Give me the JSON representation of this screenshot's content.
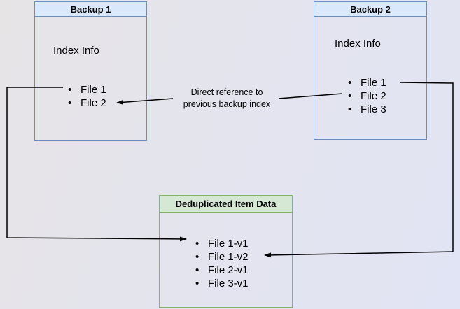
{
  "backup1": {
    "title": "Backup 1",
    "body_label": "Index Info",
    "files": [
      "File 1",
      "File 2"
    ]
  },
  "backup2": {
    "title": "Backup 2",
    "body_label": "Index Info",
    "files": [
      "File 1",
      "File 2",
      "File 3"
    ]
  },
  "dedup": {
    "title": "Deduplicated Item Data",
    "files": [
      "File 1-v1",
      "File 1-v2",
      "File 2-v1",
      "File 3-v1"
    ]
  },
  "annotation": {
    "line1": "Direct reference to",
    "line2": "previous backup index"
  },
  "bullet_glyph": "•",
  "colors": {
    "blue_box_fill": "#dae8fc",
    "blue_box_border": "#6c8ebf",
    "green_box_fill": "#d5e8d4",
    "green_box_border": "#82b366",
    "connector": "#000000",
    "background_start": "#e7e4e6",
    "background_end": "#e1e4f4"
  }
}
